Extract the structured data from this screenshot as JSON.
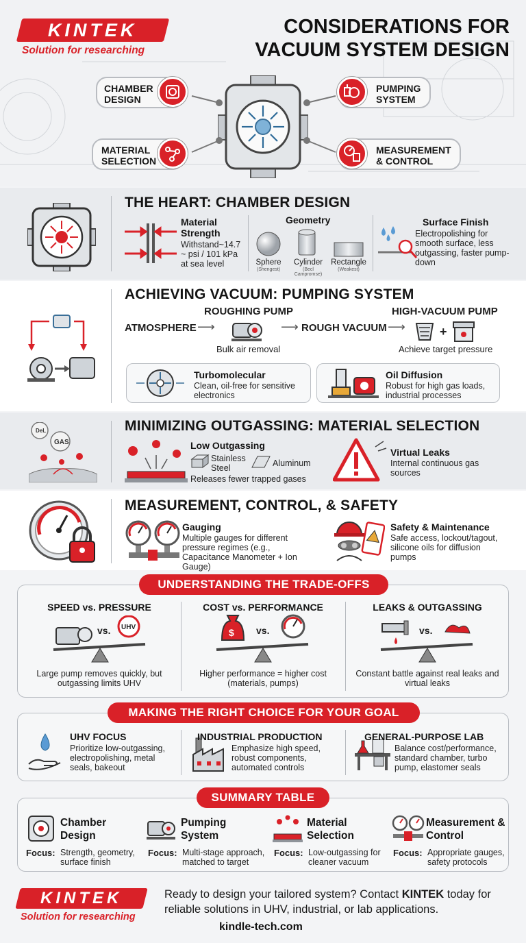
{
  "brand": {
    "name": "KINTEK",
    "tagline": "Solution for researching"
  },
  "title": {
    "line1": "CONSIDERATIONS FOR",
    "line2": "VACUUM SYSTEM DESIGN"
  },
  "hero": {
    "chamber_design": "CHAMBER DESIGN",
    "pumping_system": "PUMPING SYSTEM",
    "material_selection": "MATERIAL SELECTION",
    "measurement_control": "MEASUREMENT & CONTROL"
  },
  "heart": {
    "title": "THE HEART: CHAMBER DESIGN",
    "material_strength": {
      "title": "Material Strength",
      "text": "Withstand~14.7 ~ psi / 101 kPa at sea level"
    },
    "geometry": {
      "title": "Geometry",
      "shapes": [
        {
          "label": "Sphere",
          "note": "(Shengest)"
        },
        {
          "label": "Cylinder",
          "note": "(Becl Campromse)"
        },
        {
          "label": "Rectangle",
          "note": "(Weakest)"
        }
      ]
    },
    "surface_finish": {
      "title": "Surface Finish",
      "text": "Electropolishing for smooth surface, less outgassing, faster pump-down"
    }
  },
  "pumping": {
    "title": "ACHIEVING VACUUM: PUMPING SYSTEM",
    "flow": {
      "atmosphere": "ATMOSPHERE",
      "roughing_pump": "ROUGHING PUMP",
      "roughing_note": "Bulk air removal",
      "rough_vacuum": "ROUGH VACUUM",
      "high_vacuum_pump": "HIGH-VACUUM PUMP",
      "high_vacuum_note": "Achieve target pressure"
    },
    "turbo": {
      "title": "Turbomolecular",
      "text": "Clean, oil-free for sensitive electronics"
    },
    "oil": {
      "title": "Oil Diffusion",
      "text": "Robust for high gas loads, industrial processes"
    }
  },
  "outgassing": {
    "title": "MINIMIZING OUTGASSING: MATERIAL SELECTION",
    "icon_labels": {
      "gas": "GAS",
      "small": "DeL"
    },
    "low": {
      "title": "Low Outgassing",
      "stainless": "Stainless Steel",
      "aluminum": "Aluminum",
      "note": "Releases fewer trapped gases"
    },
    "virtual": {
      "title": "Virtual Leaks",
      "text": "Internal continuous gas sources"
    }
  },
  "measure": {
    "title": "MEASUREMENT, CONTROL, & SAFETY",
    "gauging": {
      "title": "Gauging",
      "text": "Multiple gauges for different pressure regimes (e.g., Capacitance Manometer + Ion Gauge)"
    },
    "safety": {
      "title": "Safety & Maintenance",
      "text": "Safe access, lockout/tagout, silicone oils for diffusion pumps"
    }
  },
  "tradeoffs": {
    "banner": "UNDERSTANDING THE TRADE-OFFS",
    "vs": "vs.",
    "uhv_label": "UHV",
    "items": [
      {
        "title": "SPEED vs. PRESSURE",
        "text": "Large pump removes quickly, but outgassing limits UHV"
      },
      {
        "title": "COST vs. PERFORMANCE",
        "text": "Higher performance = higher cost (materials, pumps)"
      },
      {
        "title": "LEAKS & OUTGASSING",
        "text": "Constant battle against real leaks and virtual leaks"
      }
    ]
  },
  "choice": {
    "banner": "MAKING THE RIGHT CHOICE FOR YOUR GOAL",
    "items": [
      {
        "title": "UHV FOCUS",
        "text": "Prioritize low-outgassing, electropolishing, metal seals, bakeout"
      },
      {
        "title": "INDUSTRIAL PRODUCTION",
        "text": "Emphasize high speed, robust components, automated controls"
      },
      {
        "title": "GENERAL-PURPOSE LAB",
        "text": "Balance cost/performance, standard chamber, turbo pump, elastomer seals"
      }
    ]
  },
  "summary": {
    "banner": "SUMMARY TABLE",
    "focus_label": "Focus:",
    "items": [
      {
        "title": "Chamber Design",
        "focus": "Strength, geometry, surface finish"
      },
      {
        "title": "Pumping System",
        "focus": "Multi-stage approach, matched to target"
      },
      {
        "title": "Material Selection",
        "focus": "Low-outgassing for cleaner vacuum"
      },
      {
        "title": "Measurement & Control",
        "focus": "Appropriate gauges, safety protocols"
      }
    ]
  },
  "footer": {
    "cta_pre": "Ready to design your tailored system? Contact ",
    "cta_brand": "KINTEK",
    "cta_post": " today for reliable solutions in UHV, industrial, or lab applications.",
    "url": "kindle-tech.com"
  },
  "colors": {
    "accent": "#d92128",
    "panel": "#e9ebee",
    "border": "#b8bcc2"
  }
}
